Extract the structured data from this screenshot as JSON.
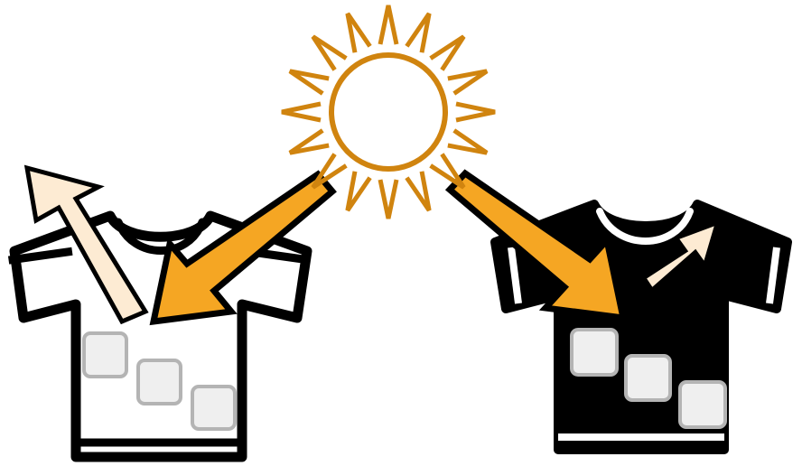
{
  "figure": {
    "colors": {
      "sun": "#D0840F",
      "incoming_arrow": "#F5A623",
      "reflected_arrow": "#FDEBD3",
      "outline": "#000000",
      "white_shirt": "#FFFFFF",
      "black_shirt": "#000000",
      "ice_cube_fill": "#EFEFEF",
      "ice_cube_stroke": "#B4B4B4",
      "background": "#FFFFFF"
    },
    "icons": {
      "sun": "sun-icon",
      "white_shirt": "white-tshirt-icon",
      "black_shirt": "black-tshirt-icon",
      "ice_cube": "ice-cube-icon",
      "sunlight_arrow": "arrow-down-icon",
      "reflected_arrow": "arrow-up-icon"
    },
    "white_shirt": {
      "reflected_share": "large",
      "ice_cubes": 3
    },
    "black_shirt": {
      "reflected_share": "small",
      "ice_cubes": 3
    }
  }
}
